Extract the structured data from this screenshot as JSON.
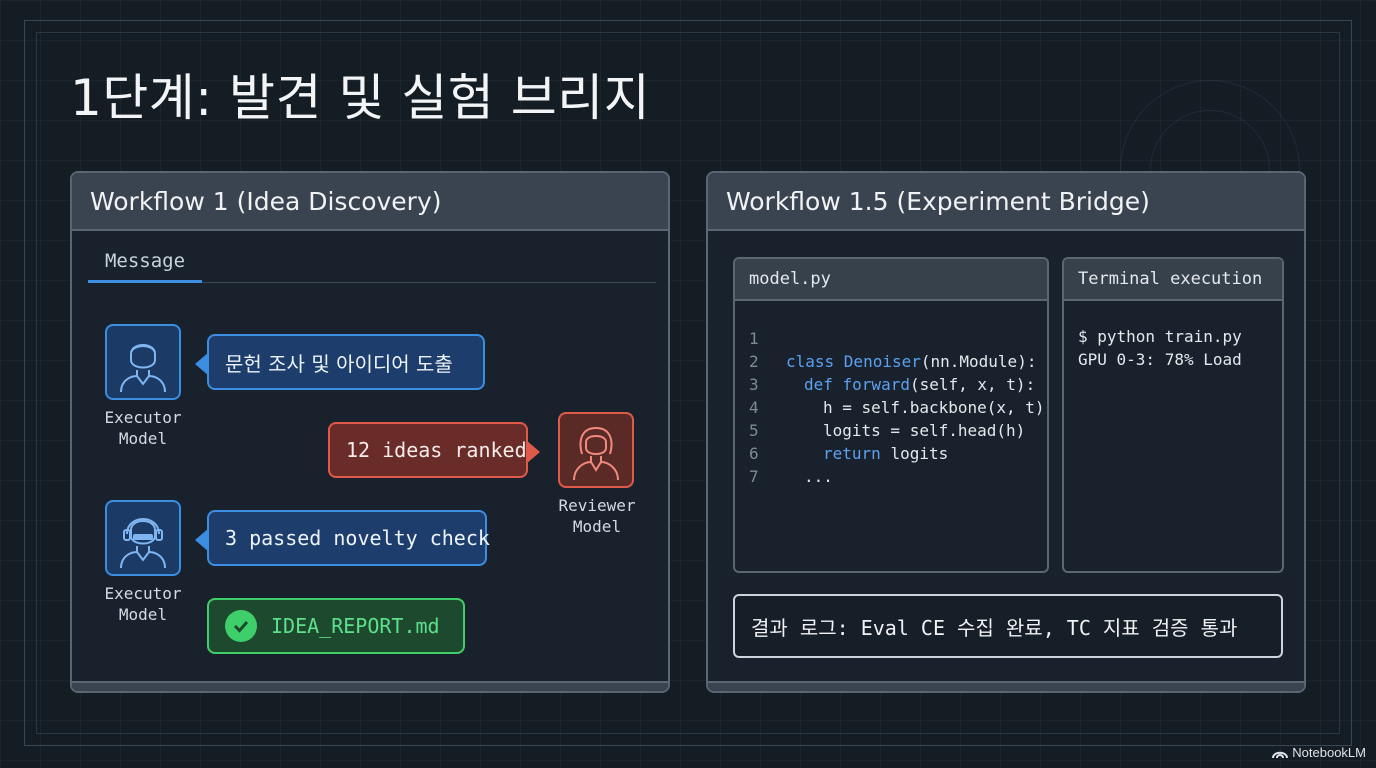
{
  "title": "1단계: 발견 및 실험 브리지",
  "left_panel": {
    "header": "Workflow 1 (Idea Discovery)",
    "tab": "Message",
    "executor_label_1": "Executor Model",
    "executor_label_2": "Executor Model",
    "reviewer_label": "Reviewer Model",
    "messages": {
      "m1": "문헌 조사 및 아이디어 도출",
      "m2": "12 ideas ranked",
      "m3": "3 passed novelty check",
      "m4": "IDEA_REPORT.md"
    }
  },
  "right_panel": {
    "header": "Workflow 1.5 (Experiment Bridge)",
    "code_panel": {
      "title": "model.py",
      "line_numbers": [
        "1",
        "2",
        "3",
        "4",
        "5",
        "6",
        "7"
      ],
      "lines": {
        "l2a": "class ",
        "l2b": "Denoiser",
        "l2c": "(nn.Module):",
        "l3a": "def ",
        "l3b": "forward",
        "l3c": "(self, x, t):",
        "l4": "h = self.backbone(x, t)",
        "l5": "logits = self.head(h)",
        "l6a": "return ",
        "l6b": "logits",
        "l7": "..."
      }
    },
    "terminal": {
      "title": "Terminal execution",
      "line1": "$ python train.py",
      "line2": "GPU 0-3: 78% Load"
    },
    "log": "결과 로그: Eval CE 수집 완료, TC 지표 검증 통과"
  },
  "brand": "NotebookLM",
  "colors": {
    "background": "#141c24",
    "accent_blue": "#3b8ee0",
    "accent_red": "#e05a4a",
    "accent_green": "#3fcf6a"
  }
}
